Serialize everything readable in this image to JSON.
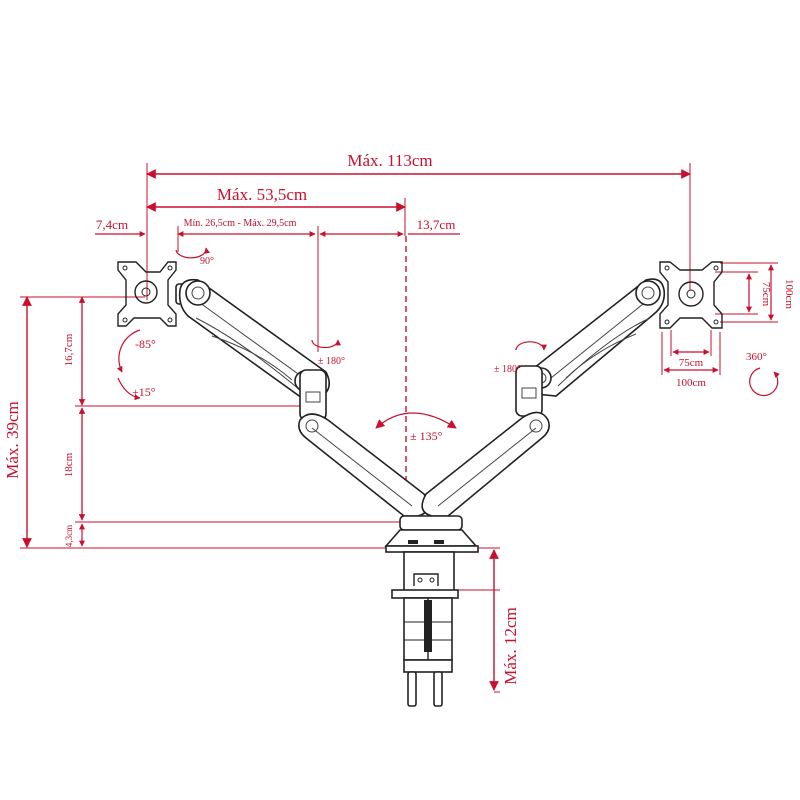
{
  "colors": {
    "dimension": "#c8102e",
    "drawing": "#222222",
    "background": "#ffffff"
  },
  "dimensions": {
    "max_total_reach": "Máx. 113cm",
    "max_arm_reach": "Máx. 53,5cm",
    "left_offset": "7,4cm",
    "right_offset": "13,7cm",
    "upper_arm_range": "Mín. 26,5cm - Máx. 29,5cm",
    "max_height": "Máx. 39cm",
    "upper_height": "16,7cm",
    "lower_height": "18cm",
    "base_height": "4,3cm",
    "clamp_max": "Máx. 12cm",
    "vesa_small_w": "75cm",
    "vesa_large_w": "100cm",
    "vesa_small_h": "75cm",
    "vesa_large_h": "100cm"
  },
  "angles": {
    "swivel_vesa": "90°",
    "tilt_down": "-85°",
    "tilt_up": "+15°",
    "elbow_left": "± 180°",
    "elbow_right": "± 180°",
    "base_rotation": "± 135°",
    "rotation_full": "360°"
  }
}
